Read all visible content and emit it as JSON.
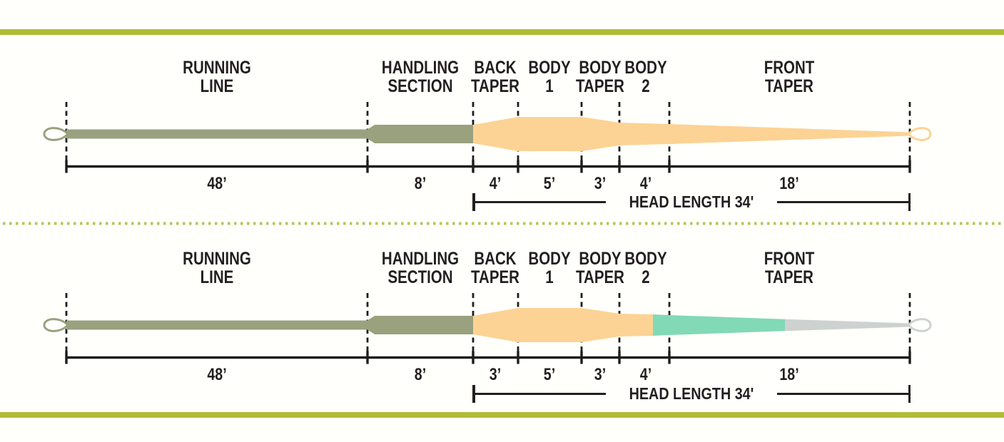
{
  "colors": {
    "rule_green": "#b2bc35",
    "dot_green": "#bcc257",
    "olive": "#99a17e",
    "orange": "#fcd394",
    "teal": "#82d9b6",
    "gray": "#cdd2d0",
    "ink": "#1d1d1b",
    "paper": "#fffffc"
  },
  "diagrams": [
    {
      "sections": [
        {
          "name": "RUNNING\nLINE",
          "length": "48’"
        },
        {
          "name": "HANDLING\nSECTION",
          "length": "8’"
        },
        {
          "name": "BACK\nTAPER",
          "length": "4’"
        },
        {
          "name": "BODY\n1",
          "length": "5’"
        },
        {
          "name": "BODY\nTAPER",
          "length": "3’"
        },
        {
          "name": "BODY\n2",
          "length": "4’"
        },
        {
          "name": "FRONT\nTAPER",
          "length": "18’"
        }
      ],
      "head_length": "HEAD LENGTH 34'"
    },
    {
      "sections": [
        {
          "name": "RUNNING\nLINE",
          "length": "48’"
        },
        {
          "name": "HANDLING\nSECTION",
          "length": "8’"
        },
        {
          "name": "BACK\nTAPER",
          "length": "3’"
        },
        {
          "name": "BODY\n1",
          "length": "5’"
        },
        {
          "name": "BODY\nTAPER",
          "length": "3’"
        },
        {
          "name": "BODY\n2",
          "length": "4’"
        },
        {
          "name": "FRONT\nTAPER",
          "length": "18’"
        }
      ],
      "head_length": "HEAD LENGTH 34'"
    }
  ]
}
